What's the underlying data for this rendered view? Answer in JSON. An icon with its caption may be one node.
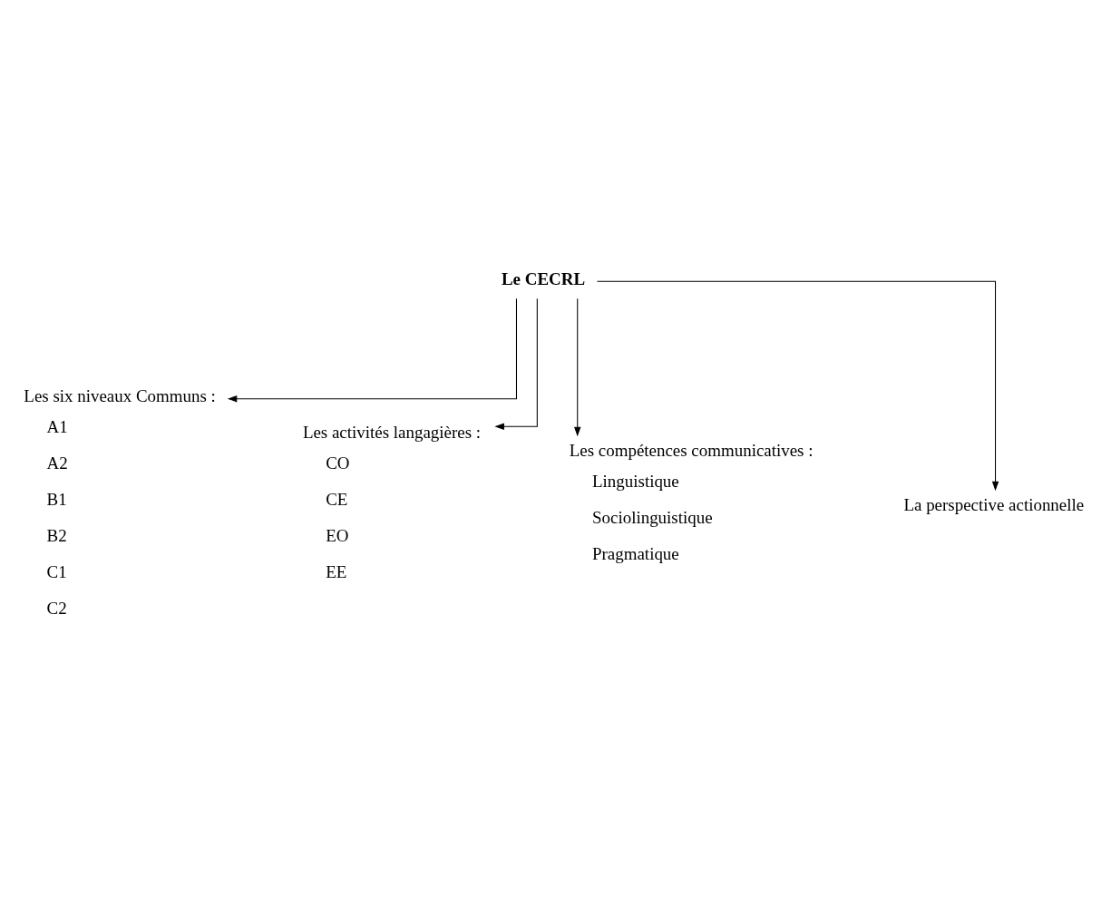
{
  "diagram": {
    "nodes": [
      {
        "text": [
          "Le CECRL"
        ]
      },
      {
        "text": [
          "Les six niveaux Communs :"
        ],
        "beside": [
          "A1",
          "A2",
          "B1",
          "B2",
          "C1",
          "C2"
        ]
      },
      {
        "text": [
          "Les activités langagières :"
        ],
        "beside": [
          "CO",
          "CE",
          "EO",
          "EE"
        ]
      },
      {
        "text": [
          "Les compétences communicatives :"
        ],
        "beside": [
          "Linguistique",
          "Sociolinguistique",
          "Pragmatique"
        ]
      },
      {
        "text": [
          "La perspective actionnelle"
        ]
      }
    ],
    "edges": [
      {
        "from": 0,
        "to": 1,
        "arrow": "to"
      },
      {
        "from": 0,
        "to": 2,
        "arrow": "to"
      },
      {
        "from": 0,
        "to": 3,
        "arrow": "to"
      },
      {
        "from": 0,
        "to": 4,
        "arrow": "to"
      }
    ]
  }
}
